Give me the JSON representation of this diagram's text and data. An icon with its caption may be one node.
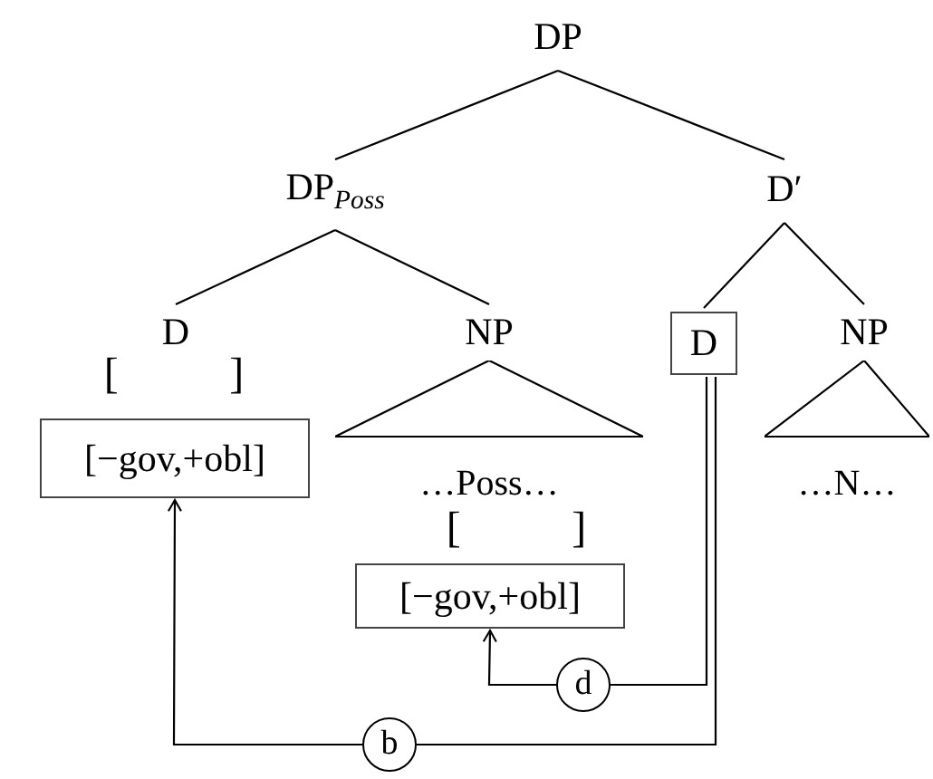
{
  "diagram": {
    "nodes": [
      {
        "text": [
          "DP"
        ]
      },
      {
        "text": [
          "DP$_{Poss}$"
        ]
      },
      {
        "text": [
          "D′"
        ]
      },
      {
        "text": [
          "D"
        ]
      },
      {
        "text": [
          "NP"
        ]
      },
      {
        "text": [
          "D"
        ]
      },
      {
        "text": [
          "NP"
        ]
      },
      {
        "text": [
          "[−gov,+obl]"
        ]
      },
      {
        "text": [
          "…Poss…"
        ]
      },
      {
        "text": [
          "[−gov,+obl]"
        ]
      },
      {
        "text": [
          "…N…"
        ]
      },
      {
        "text": [
          "d"
        ]
      },
      {
        "text": [
          "b"
        ]
      }
    ],
    "edges": [
      {
        "from": 0,
        "to": 1,
        "arrow": "none"
      },
      {
        "from": 0,
        "to": 2,
        "arrow": "none"
      },
      {
        "from": 1,
        "to": 3,
        "arrow": "none"
      },
      {
        "from": 1,
        "to": 4,
        "arrow": "none"
      },
      {
        "from": 2,
        "to": 5,
        "arrow": "none"
      },
      {
        "from": 2,
        "to": 6,
        "arrow": "none"
      },
      {
        "from": 5,
        "to": 11,
        "arrow": "none"
      },
      {
        "from": 11,
        "to": 9,
        "arrow": "to"
      },
      {
        "from": 5,
        "to": 12,
        "arrow": "none"
      },
      {
        "from": 12,
        "to": 7,
        "arrow": "to"
      }
    ],
    "labels": [
      "[ ]",
      "[ ]"
    ]
  }
}
